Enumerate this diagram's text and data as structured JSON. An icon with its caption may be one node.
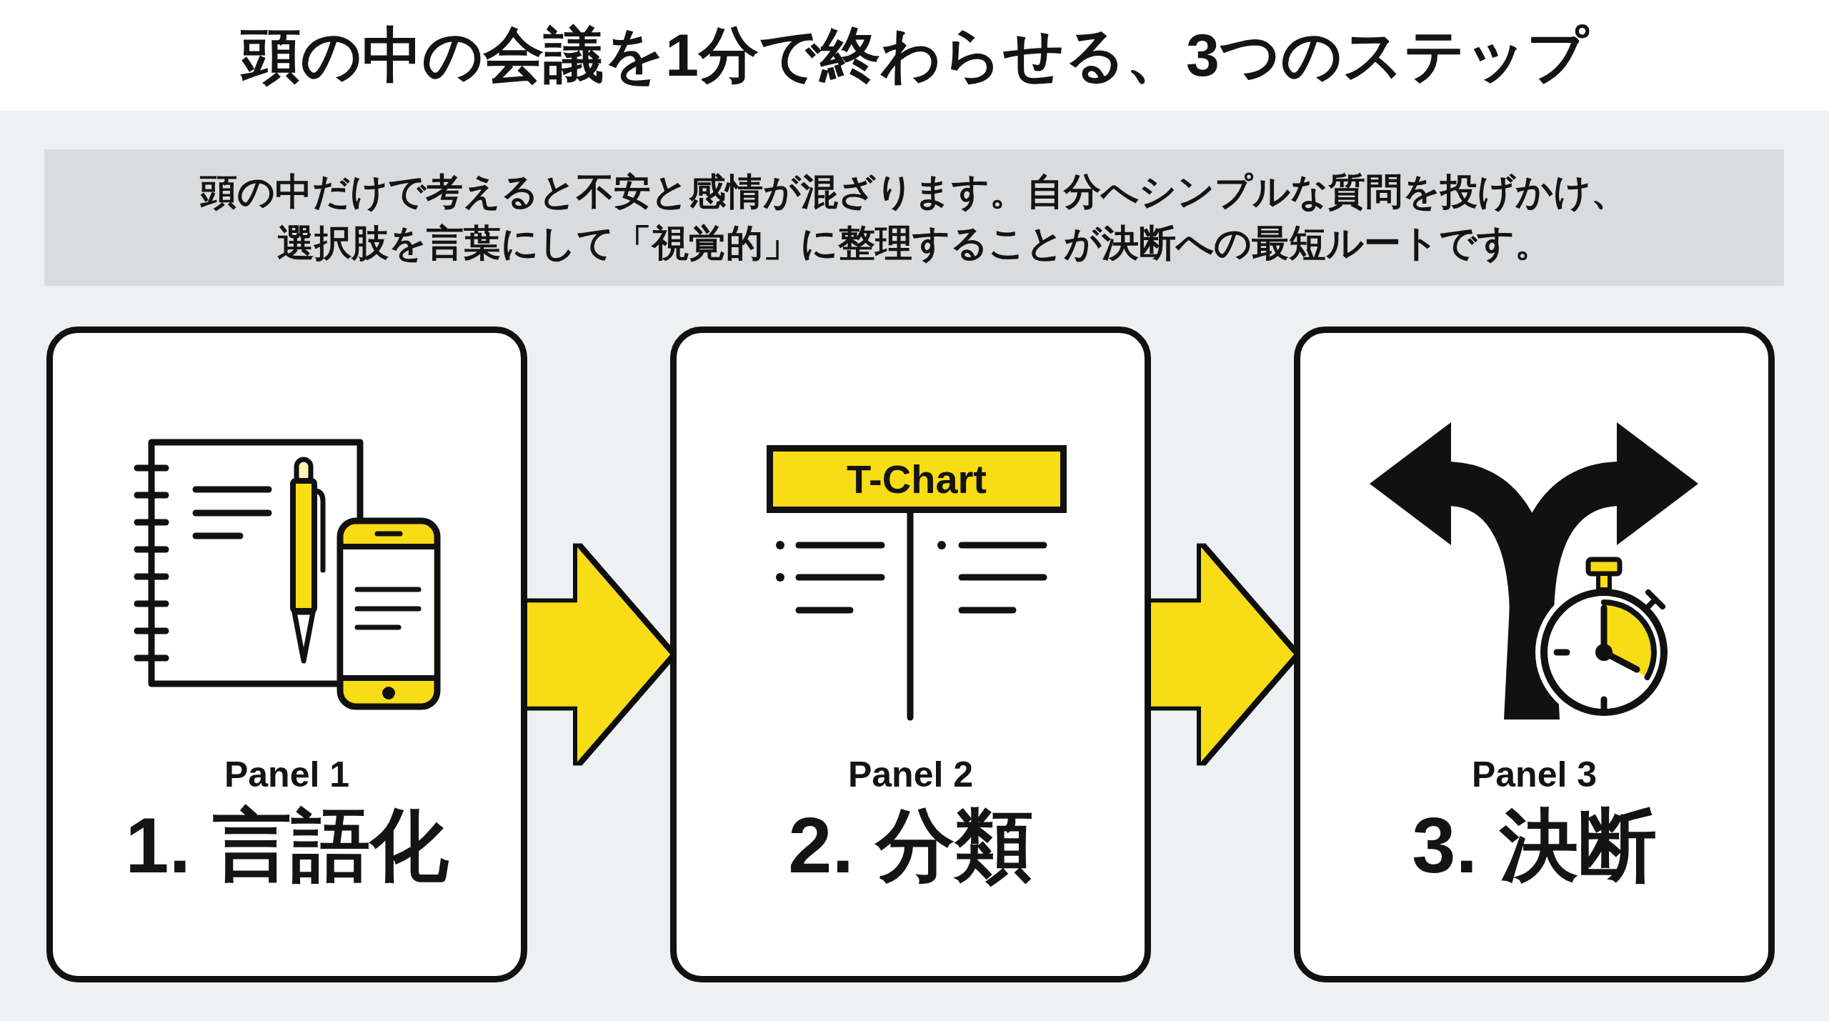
{
  "diagram": {
    "title": "頭の中の会議を1分で終わらせる、3つのステップ",
    "nodes": [
      {
        "text": [
          "頭の中だけで考えると不安と感情が混ざります。自分へシンプルな質問を投げかけ、選択肢を言葉にして「視覚的」に整理することが決断への最短ルートです。"
        ]
      },
      {
        "text": [
          "Panel 1",
          "1. 言語化"
        ]
      },
      {
        "text": [
          "Panel 2",
          "2. 分類"
        ]
      },
      {
        "text": [
          "T-Chart"
        ],
        "in": 2
      },
      {
        "text": [
          "Panel 3",
          "3. 決断"
        ]
      }
    ],
    "edges": [
      {
        "from": 1,
        "to": 2,
        "arrow": "to"
      },
      {
        "from": 2,
        "to": 4,
        "arrow": "to"
      }
    ]
  }
}
